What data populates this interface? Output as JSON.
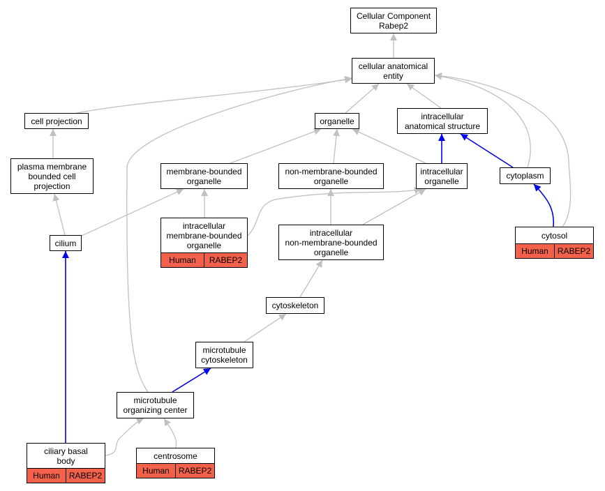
{
  "colors": {
    "is_a": "#c0c0c0",
    "part_of": "#0000ee",
    "annotation": "#f4614a"
  },
  "nodes": {
    "cc_root": {
      "label": "Cellular Component\nRabep2"
    },
    "cae": {
      "label": "cellular anatomical\nentity"
    },
    "cell_projection": {
      "label": "cell projection"
    },
    "organelle": {
      "label": "organelle"
    },
    "ias": {
      "label": "intracellular\nanatomical structure"
    },
    "pmbcp": {
      "label": "plasma membrane\nbounded cell\nprojection"
    },
    "mbo": {
      "label": "membrane-bounded\norganelle"
    },
    "nmbo": {
      "label": "non-membrane-bounded\norganelle"
    },
    "io": {
      "label": "intracellular\norganelle"
    },
    "cytoplasm": {
      "label": "cytoplasm"
    },
    "cilium": {
      "label": "cilium"
    },
    "imbo": {
      "label": "intracellular\nmembrane-bounded\norganelle",
      "species": "Human",
      "gene": "RABEP2"
    },
    "inmbo": {
      "label": "intracellular\nnon-membrane-bounded\norganelle"
    },
    "cytosol": {
      "label": "cytosol",
      "species": "Human",
      "gene": "RABEP2"
    },
    "cytoskeleton": {
      "label": "cytoskeleton"
    },
    "mtcs": {
      "label": "microtubule\ncytoskeleton"
    },
    "mtoc": {
      "label": "microtubule\norganizing center"
    },
    "cbb": {
      "label": "ciliary basal\nbody",
      "species": "Human",
      "gene": "RABEP2"
    },
    "centrosome": {
      "label": "centrosome",
      "species": "Human",
      "gene": "RABEP2"
    }
  },
  "edges": [
    {
      "from": "cae",
      "to": "cc_root",
      "type": "is_a"
    },
    {
      "from": "cell_projection",
      "to": "cae",
      "type": "is_a"
    },
    {
      "from": "organelle",
      "to": "cae",
      "type": "is_a"
    },
    {
      "from": "ias",
      "to": "cae",
      "type": "is_a"
    },
    {
      "from": "cytoplasm",
      "to": "cae",
      "type": "is_a"
    },
    {
      "from": "cytosol",
      "to": "cae",
      "type": "is_a"
    },
    {
      "from": "mtoc",
      "to": "cae",
      "type": "is_a"
    },
    {
      "from": "pmbcp",
      "to": "cell_projection",
      "type": "is_a"
    },
    {
      "from": "mbo",
      "to": "organelle",
      "type": "is_a"
    },
    {
      "from": "nmbo",
      "to": "organelle",
      "type": "is_a"
    },
    {
      "from": "io",
      "to": "organelle",
      "type": "is_a"
    },
    {
      "from": "io",
      "to": "ias",
      "type": "part_of"
    },
    {
      "from": "cytoplasm",
      "to": "ias",
      "type": "part_of"
    },
    {
      "from": "cilium",
      "to": "pmbcp",
      "type": "is_a"
    },
    {
      "from": "cilium",
      "to": "mbo",
      "type": "is_a"
    },
    {
      "from": "imbo",
      "to": "mbo",
      "type": "is_a"
    },
    {
      "from": "imbo",
      "to": "io",
      "type": "is_a"
    },
    {
      "from": "inmbo",
      "to": "nmbo",
      "type": "is_a"
    },
    {
      "from": "inmbo",
      "to": "io",
      "type": "is_a"
    },
    {
      "from": "cytosol",
      "to": "cytoplasm",
      "type": "part_of"
    },
    {
      "from": "cytoskeleton",
      "to": "inmbo",
      "type": "is_a"
    },
    {
      "from": "mtcs",
      "to": "cytoskeleton",
      "type": "is_a"
    },
    {
      "from": "mtoc",
      "to": "mtcs",
      "type": "part_of"
    },
    {
      "from": "cbb",
      "to": "cilium",
      "type": "part_of"
    },
    {
      "from": "cbb",
      "to": "mtoc",
      "type": "is_a"
    },
    {
      "from": "centrosome",
      "to": "mtoc",
      "type": "is_a"
    }
  ]
}
